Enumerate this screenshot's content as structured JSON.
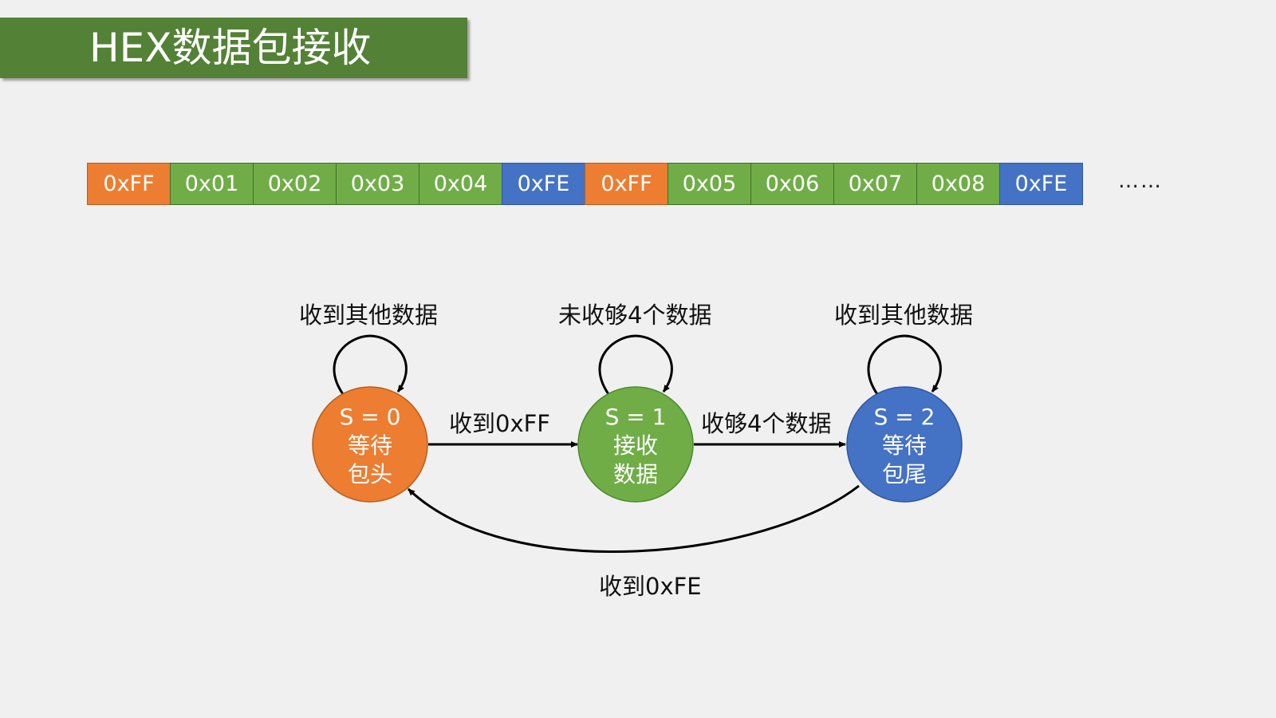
{
  "title": "HEX数据包接收",
  "colors": {
    "title_bg": "#538135",
    "head": "#ed7d31",
    "data": "#70ad47",
    "tail": "#4472c4"
  },
  "packet": {
    "bytes": [
      {
        "value": "0xFF",
        "kind": "head"
      },
      {
        "value": "0x01",
        "kind": "data"
      },
      {
        "value": "0x02",
        "kind": "data"
      },
      {
        "value": "0x03",
        "kind": "data"
      },
      {
        "value": "0x04",
        "kind": "data"
      },
      {
        "value": "0xFE",
        "kind": "tail"
      },
      {
        "value": "0xFF",
        "kind": "head"
      },
      {
        "value": "0x05",
        "kind": "data"
      },
      {
        "value": "0x06",
        "kind": "data"
      },
      {
        "value": "0x07",
        "kind": "data"
      },
      {
        "value": "0x08",
        "kind": "data"
      },
      {
        "value": "0xFE",
        "kind": "tail"
      }
    ],
    "ellipsis": "……"
  },
  "states": [
    {
      "line1": "S = 0",
      "line2": "等待",
      "line3": "包头",
      "self_loop": "收到其他数据"
    },
    {
      "line1": "S = 1",
      "line2": "接收",
      "line3": "数据",
      "self_loop": "未收够4个数据"
    },
    {
      "line1": "S = 2",
      "line2": "等待",
      "line3": "包尾",
      "self_loop": "收到其他数据"
    }
  ],
  "transitions": {
    "s0_to_s1": "收到0xFF",
    "s1_to_s2": "收够4个数据",
    "s2_to_s0": "收到0xFE"
  }
}
